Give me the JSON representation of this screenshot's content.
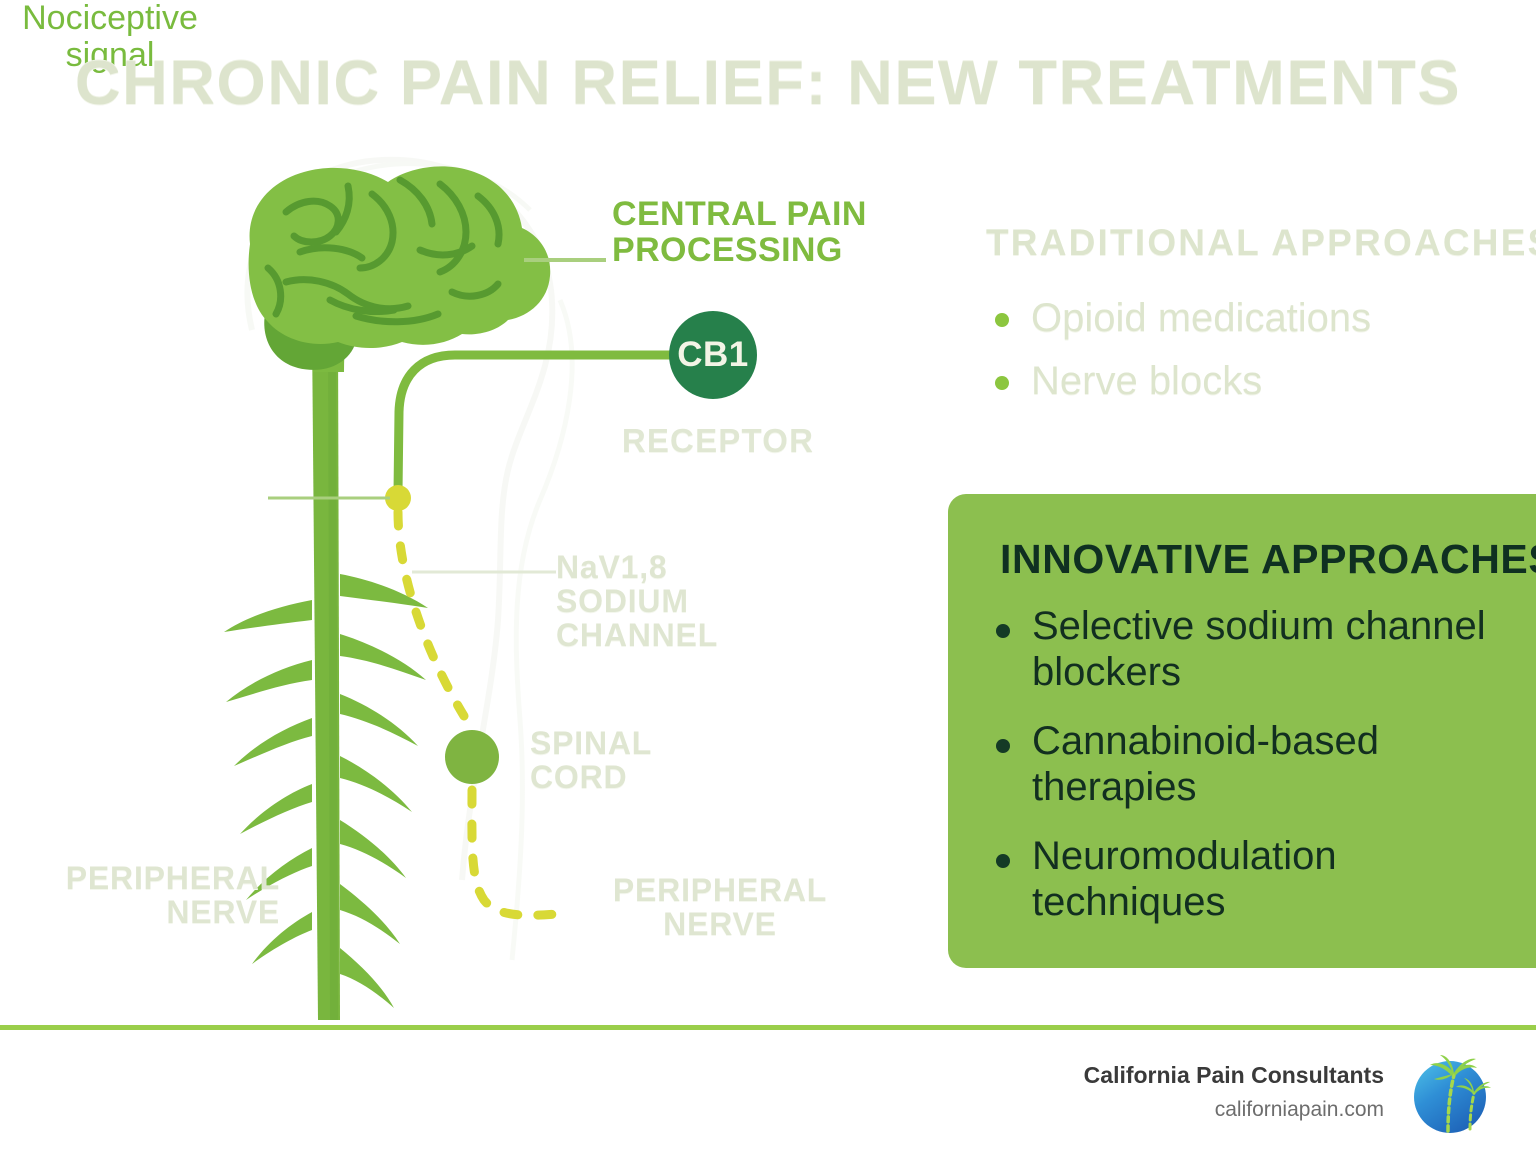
{
  "title": "CHRONIC PAIN RELIEF: NEW TREATMENTS",
  "diagram": {
    "central_pain_processing": "CENTRAL PAIN\nPROCESSING",
    "cb1_badge": "CB1",
    "receptor": "RECEPTOR",
    "nav_channel": "NaV1,8\nSODIUM\nCHANNEL",
    "spinal_cord": "SPINAL\nCORD",
    "peripheral_nerve_left": "PERIPHERAL\nNERVE",
    "peripheral_nerve_right": "PERIPHERAL\nNERVE",
    "nociceptive_signal": "Nociceptive\nsignal"
  },
  "traditional": {
    "heading": "TRADITIONAL APPROACHES",
    "items": [
      "Opioid medications",
      "Nerve blocks"
    ]
  },
  "innovative": {
    "heading": "INNOVATIVE APPROACHES",
    "items": [
      "Selective sodium channel blockers",
      "Cannabinoid-based therapies",
      "Neuromodulation techniques"
    ]
  },
  "footer": {
    "company": "California Pain Consultants",
    "website": "californiapain.com",
    "logo_icon": "globe-palm-trees-logo"
  },
  "colors": {
    "title_faded": "#dde4cd",
    "bright_green": "#8cc63f",
    "leaf_green": "#7fbb3f",
    "dark_green": "#26804b",
    "card_green": "#8cbf4f",
    "card_text": "#122f20",
    "yellow_signal": "#d8d936",
    "divider": "#9ace4a"
  }
}
